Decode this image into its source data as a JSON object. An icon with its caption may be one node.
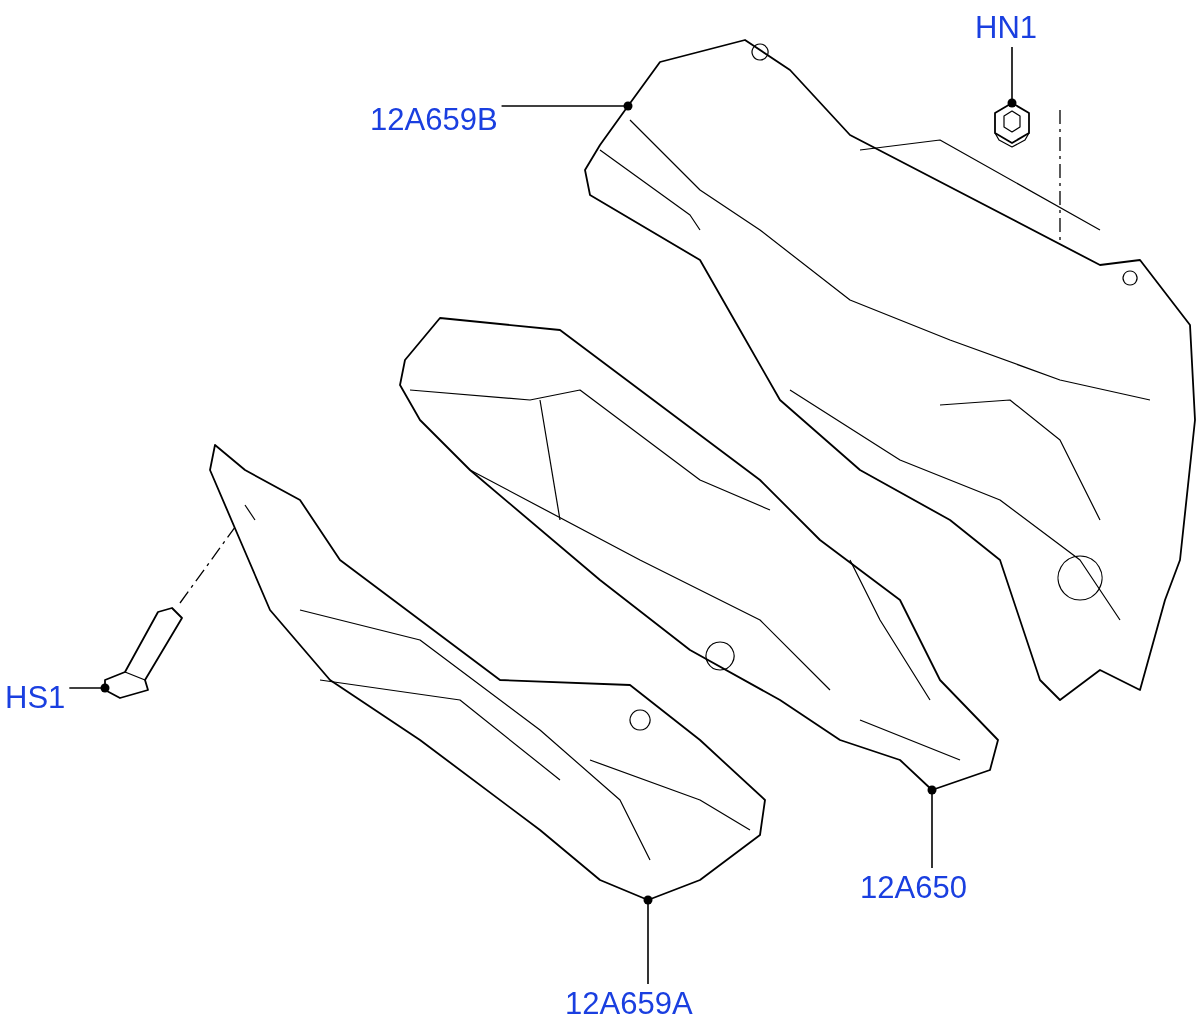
{
  "diagram": {
    "nodes": [
      {
        "text": [
          "HN1"
        ]
      },
      {
        "text": [],
        "shape": "picture"
      },
      {
        "text": [
          "12A659B"
        ]
      },
      {
        "text": [],
        "shape": "picture"
      },
      {
        "text": [
          "HS1"
        ]
      },
      {
        "text": [],
        "shape": "picture"
      },
      {
        "text": [
          "12A650"
        ]
      },
      {
        "text": [],
        "shape": "picture"
      },
      {
        "text": [
          "12A659A"
        ]
      },
      {
        "text": [],
        "shape": "picture"
      }
    ],
    "edges": [
      {
        "from": 0,
        "to": 1,
        "arrow": "other"
      },
      {
        "from": 2,
        "to": 3,
        "arrow": "other"
      },
      {
        "from": 4,
        "to": 5,
        "arrow": "other"
      },
      {
        "from": 6,
        "to": 7,
        "arrow": "other"
      },
      {
        "from": 8,
        "to": 9,
        "arrow": "other"
      }
    ]
  }
}
